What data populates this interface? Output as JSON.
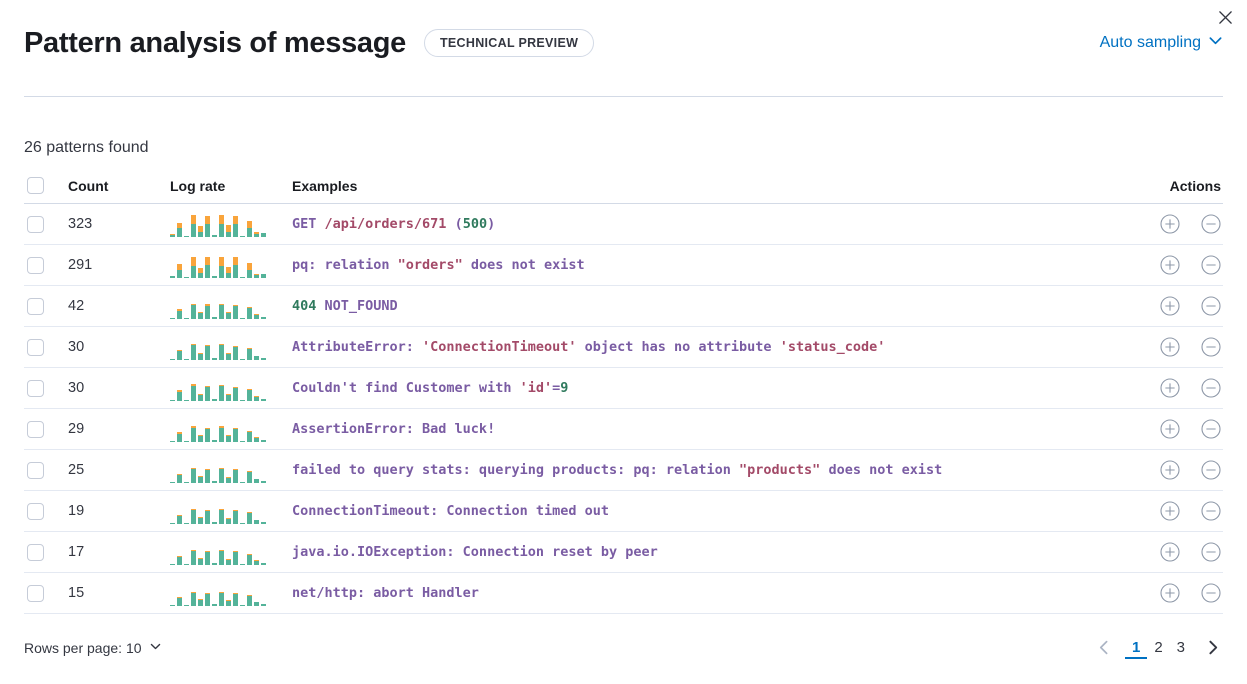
{
  "colors": {
    "accent_blue": "#0071c2",
    "bar_green": "#54b399",
    "bar_orange": "#f9a43b",
    "syntax_purple": "#7a5ca3",
    "syntax_rose": "#a34a68",
    "syntax_green": "#2f7a5d"
  },
  "header": {
    "title": "Pattern analysis of message",
    "badge": "TECHNICAL PREVIEW",
    "sampling_label": "Auto sampling"
  },
  "summary": "26 patterns found",
  "table": {
    "columns": {
      "count": "Count",
      "log_rate": "Log rate",
      "examples": "Examples",
      "actions": "Actions"
    },
    "rows": [
      {
        "count": "323",
        "example": [
          [
            "purple",
            "GET "
          ],
          [
            "rose",
            "/api/orders/671"
          ],
          [
            "purple",
            " ("
          ],
          [
            "green",
            "500"
          ],
          [
            "purple",
            ")"
          ]
        ],
        "bars": [
          [
            2,
            1
          ],
          [
            9,
            5
          ],
          [
            1,
            0
          ],
          [
            13,
            9
          ],
          [
            5,
            6
          ],
          [
            13,
            8
          ],
          [
            2,
            0
          ],
          [
            13,
            9
          ],
          [
            5,
            7
          ],
          [
            13,
            8
          ],
          [
            1,
            0
          ],
          [
            9,
            7
          ],
          [
            3,
            2
          ],
          [
            4,
            0
          ]
        ]
      },
      {
        "count": "291",
        "example": [
          [
            "purple",
            "pq: relation "
          ],
          [
            "rose",
            "\"orders\""
          ],
          [
            "purple",
            " does not exist"
          ]
        ],
        "bars": [
          [
            2,
            0
          ],
          [
            8,
            6
          ],
          [
            1,
            0
          ],
          [
            12,
            9
          ],
          [
            5,
            5
          ],
          [
            13,
            8
          ],
          [
            2,
            0
          ],
          [
            12,
            9
          ],
          [
            5,
            6
          ],
          [
            13,
            8
          ],
          [
            1,
            0
          ],
          [
            8,
            7
          ],
          [
            3,
            1
          ],
          [
            4,
            0
          ]
        ]
      },
      {
        "count": "42",
        "example": [
          [
            "green",
            "404"
          ],
          [
            "purple",
            " NOT_FOUND"
          ]
        ],
        "bars": [
          [
            1,
            0
          ],
          [
            8,
            2
          ],
          [
            1,
            0
          ],
          [
            14,
            1
          ],
          [
            6,
            1
          ],
          [
            13,
            2
          ],
          [
            2,
            0
          ],
          [
            14,
            1
          ],
          [
            6,
            1
          ],
          [
            13,
            1
          ],
          [
            1,
            0
          ],
          [
            11,
            1
          ],
          [
            4,
            1
          ],
          [
            2,
            0
          ]
        ]
      },
      {
        "count": "30",
        "example": [
          [
            "purple",
            "AttributeError: "
          ],
          [
            "rose",
            "'ConnectionTimeout'"
          ],
          [
            "purple",
            " object has no attribute "
          ],
          [
            "rose",
            "'status_code'"
          ]
        ],
        "bars": [
          [
            1,
            0
          ],
          [
            9,
            1
          ],
          [
            1,
            0
          ],
          [
            15,
            1
          ],
          [
            6,
            1
          ],
          [
            14,
            1
          ],
          [
            2,
            0
          ],
          [
            15,
            1
          ],
          [
            6,
            1
          ],
          [
            13,
            1
          ],
          [
            1,
            0
          ],
          [
            11,
            1
          ],
          [
            4,
            0
          ],
          [
            2,
            0
          ]
        ]
      },
      {
        "count": "30",
        "example": [
          [
            "purple",
            "Couldn't find Customer with "
          ],
          [
            "rose",
            "'id'"
          ],
          [
            "purple",
            "="
          ],
          [
            "green",
            "9"
          ]
        ],
        "bars": [
          [
            1,
            0
          ],
          [
            9,
            2
          ],
          [
            1,
            0
          ],
          [
            15,
            2
          ],
          [
            6,
            1
          ],
          [
            14,
            1
          ],
          [
            2,
            0
          ],
          [
            15,
            1
          ],
          [
            6,
            1
          ],
          [
            13,
            1
          ],
          [
            1,
            0
          ],
          [
            11,
            1
          ],
          [
            4,
            1
          ],
          [
            2,
            0
          ]
        ]
      },
      {
        "count": "29",
        "example": [
          [
            "purple",
            "AssertionError: Bad luck!"
          ]
        ],
        "bars": [
          [
            1,
            0
          ],
          [
            8,
            2
          ],
          [
            1,
            0
          ],
          [
            14,
            2
          ],
          [
            6,
            1
          ],
          [
            13,
            1
          ],
          [
            2,
            0
          ],
          [
            14,
            2
          ],
          [
            6,
            1
          ],
          [
            13,
            1
          ],
          [
            1,
            0
          ],
          [
            10,
            1
          ],
          [
            4,
            1
          ],
          [
            2,
            0
          ]
        ]
      },
      {
        "count": "25",
        "example": [
          [
            "purple",
            "failed to query stats: querying products: pq: relation "
          ],
          [
            "rose",
            "\"products\""
          ],
          [
            "purple",
            " does not exist"
          ]
        ],
        "bars": [
          [
            1,
            0
          ],
          [
            8,
            1
          ],
          [
            1,
            0
          ],
          [
            14,
            1
          ],
          [
            6,
            1
          ],
          [
            13,
            1
          ],
          [
            2,
            0
          ],
          [
            14,
            1
          ],
          [
            5,
            1
          ],
          [
            13,
            1
          ],
          [
            1,
            0
          ],
          [
            11,
            1
          ],
          [
            4,
            0
          ],
          [
            2,
            0
          ]
        ]
      },
      {
        "count": "19",
        "example": [
          [
            "purple",
            "ConnectionTimeout: Connection timed out"
          ]
        ],
        "bars": [
          [
            1,
            0
          ],
          [
            8,
            1
          ],
          [
            1,
            0
          ],
          [
            14,
            1
          ],
          [
            6,
            1
          ],
          [
            13,
            1
          ],
          [
            2,
            0
          ],
          [
            14,
            1
          ],
          [
            5,
            1
          ],
          [
            13,
            1
          ],
          [
            1,
            0
          ],
          [
            11,
            1
          ],
          [
            4,
            0
          ],
          [
            2,
            0
          ]
        ]
      },
      {
        "count": "17",
        "example": [
          [
            "purple",
            "java.io.IOException: Connection reset by peer"
          ]
        ],
        "bars": [
          [
            1,
            0
          ],
          [
            8,
            1
          ],
          [
            1,
            0
          ],
          [
            14,
            1
          ],
          [
            6,
            1
          ],
          [
            13,
            1
          ],
          [
            2,
            0
          ],
          [
            14,
            1
          ],
          [
            5,
            1
          ],
          [
            13,
            1
          ],
          [
            1,
            0
          ],
          [
            10,
            1
          ],
          [
            4,
            1
          ],
          [
            2,
            0
          ]
        ]
      },
      {
        "count": "15",
        "example": [
          [
            "purple",
            "net/http: abort Handler"
          ]
        ],
        "bars": [
          [
            1,
            0
          ],
          [
            8,
            1
          ],
          [
            1,
            0
          ],
          [
            13,
            1
          ],
          [
            6,
            1
          ],
          [
            12,
            1
          ],
          [
            2,
            0
          ],
          [
            13,
            1
          ],
          [
            5,
            1
          ],
          [
            12,
            1
          ],
          [
            1,
            0
          ],
          [
            10,
            1
          ],
          [
            4,
            0
          ],
          [
            2,
            0
          ]
        ]
      }
    ]
  },
  "footer": {
    "rows_per_page_label": "Rows per page: 10",
    "pagination": {
      "pages": [
        "1",
        "2",
        "3"
      ],
      "active": "1"
    }
  }
}
